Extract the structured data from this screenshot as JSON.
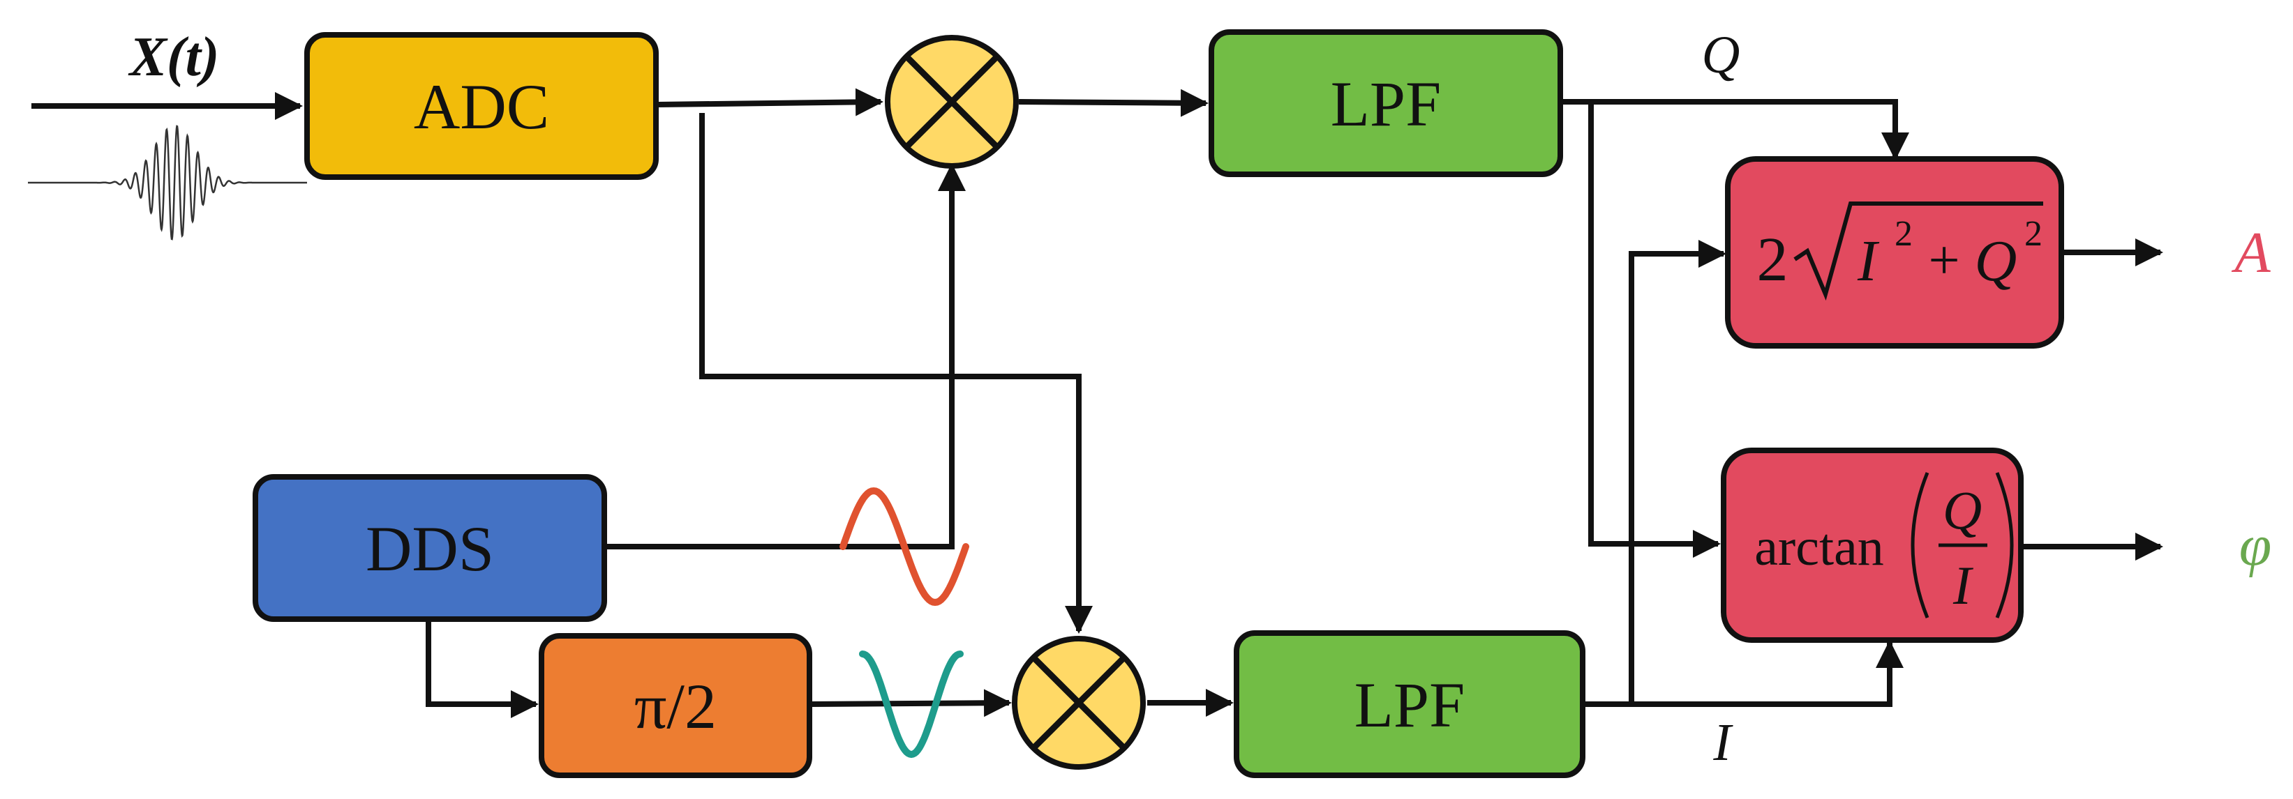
{
  "input_label": "X(t)",
  "blocks": {
    "adc": "ADC",
    "lpf_q": "LPF",
    "lpf_i": "LPF",
    "dds": "DDS",
    "phase_shift": "π/2"
  },
  "signals": {
    "q": "Q",
    "i": "I"
  },
  "amplitude_block": {
    "coef": "2",
    "i": "I",
    "sup_i": "2",
    "plus": "+",
    "q": "Q",
    "sup_q": "2"
  },
  "phase_block": {
    "func": "arctan",
    "num": "Q",
    "den": "I"
  },
  "outputs": {
    "amplitude": "A",
    "phase": "φ"
  },
  "colors": {
    "adc": "#F2BC0A",
    "lpf": "#72BD45",
    "dds": "#4472C4",
    "phase_shift": "#ED7D31",
    "compute": "#E24A5F",
    "mixer": "#FFD966",
    "sine_red": "#E0522F",
    "sine_teal": "#1E9C8C",
    "out_a": "#E24A5F",
    "out_phi": "#6AA84F"
  }
}
